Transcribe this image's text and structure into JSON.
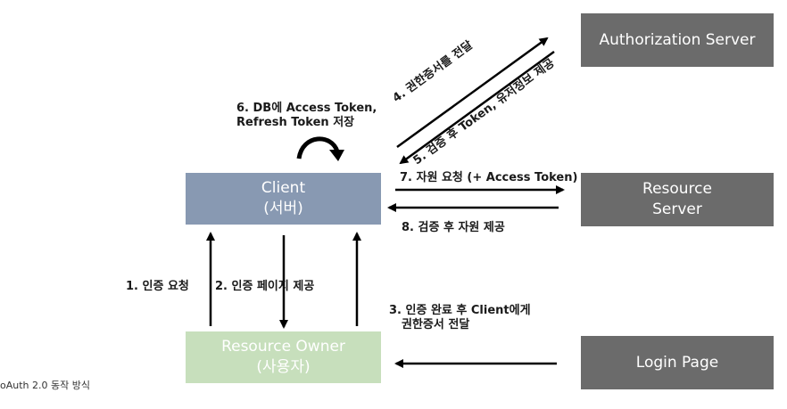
{
  "boxes": {
    "authorization_server": "Authorization Server",
    "resource_server_line1": "Resource",
    "resource_server_line2": "Server",
    "login_page": "Login Page",
    "client_line1": "Client",
    "client_line2": "(서버)",
    "resource_owner_line1": "Resource Owner",
    "resource_owner_line2": "(사용자)"
  },
  "steps": {
    "step1": "1. 인증 요청",
    "step2": "2. 인증 페이지 제공",
    "step3_line1": "3. 인증 완료 후 Client에게",
    "step3_line2": "권한증서 전달",
    "step4": "4. 권한증서를 전달",
    "step5": "5. 검증 후 Token, 유저정보 제공",
    "step6_line1": "6. DB에 Access Token,",
    "step6_line2": "Refresh Token 저장",
    "step7": "7. 자원 요청 (+ Access Token)",
    "step8": "8. 검증 후 자원 제공"
  },
  "caption": "oAuth 2.0 동작 방식",
  "colors": {
    "server_box": "#6b6b6b",
    "client_box": "#8899b2",
    "owner_box": "#c7dfbc",
    "arrow": "#000000"
  }
}
